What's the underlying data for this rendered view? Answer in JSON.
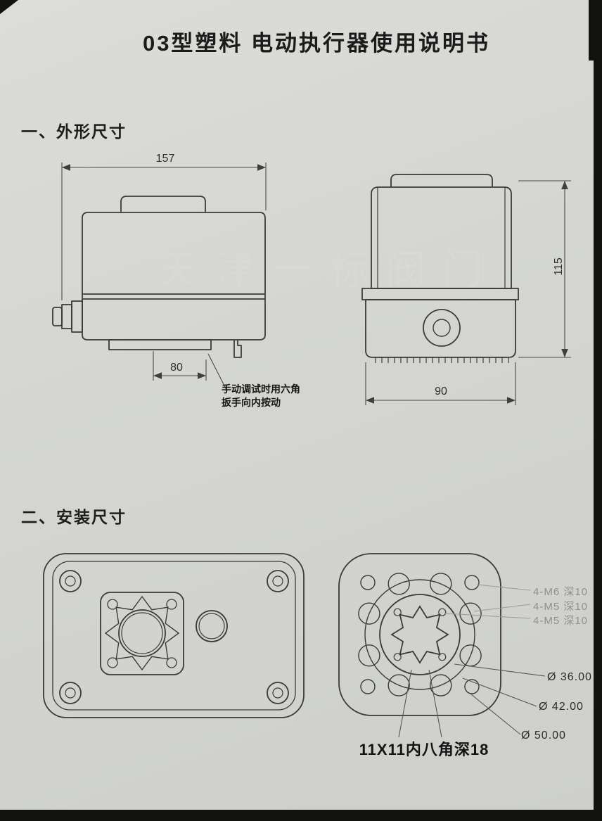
{
  "doc": {
    "title": "03型塑料 电动执行器使用说明书",
    "watermark": "天津一标阀门",
    "section1": {
      "heading": "一、外形尺寸",
      "side_view": {
        "width": "157",
        "base_width": "80",
        "note_line1": "手动调试时用六角",
        "note_line2": "扳手向内按动"
      },
      "front_view": {
        "height": "115",
        "width": "90"
      }
    },
    "section2": {
      "heading": "二、安装尺寸",
      "thread_labels": [
        "4-M6 深10",
        "4-M5 深10",
        "4-M5 深10"
      ],
      "diameter_labels": [
        "Ø 36.00",
        "Ø 42.00",
        "Ø 50.00"
      ],
      "socket_note": "11X11内八角深18"
    }
  },
  "colors": {
    "paper": "#d5d6d2",
    "ink": "#3a3a3a",
    "gray_label": "#8f908e"
  }
}
